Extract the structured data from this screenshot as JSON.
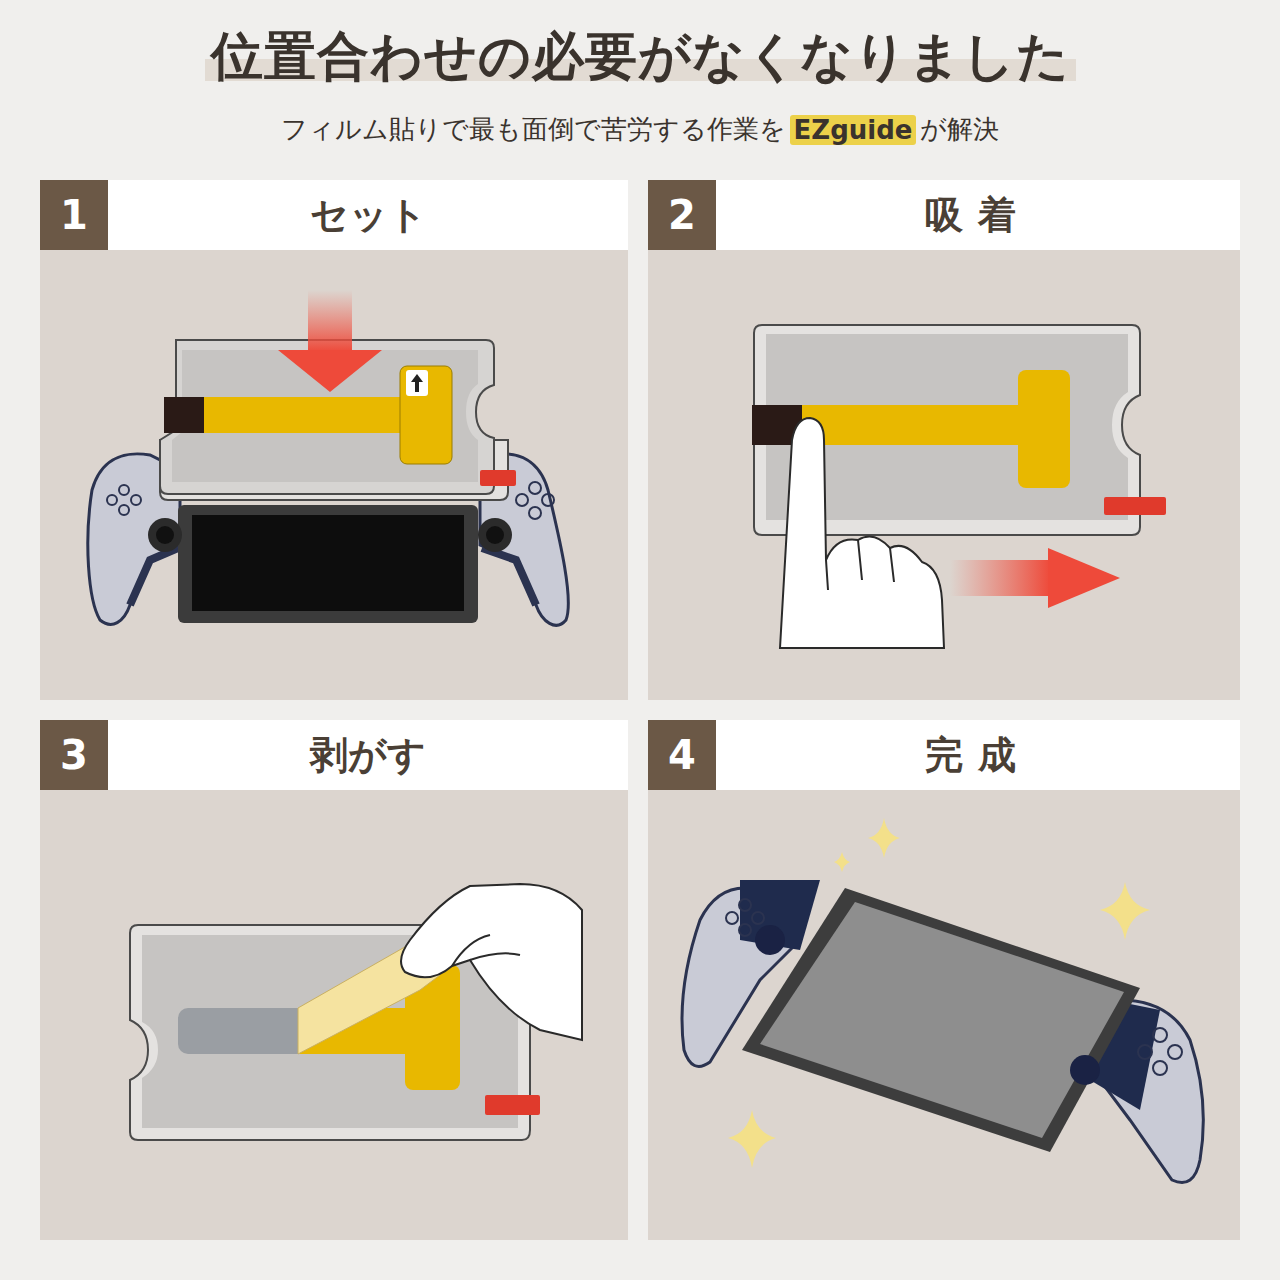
{
  "diagram": {
    "title": "位置合わせの必要がなくなりました",
    "nodes": [
      {
        "text": [
          "1",
          "セット"
        ]
      },
      {
        "text": [
          "2",
          "吸着"
        ]
      },
      {
        "text": [
          "3",
          "剥がす"
        ]
      },
      {
        "text": [
          "4",
          "完成"
        ]
      }
    ],
    "labels": [
      "フィルム貼りで最も面倒で苦労する作業を",
      "EZguide",
      "が解決"
    ]
  }
}
